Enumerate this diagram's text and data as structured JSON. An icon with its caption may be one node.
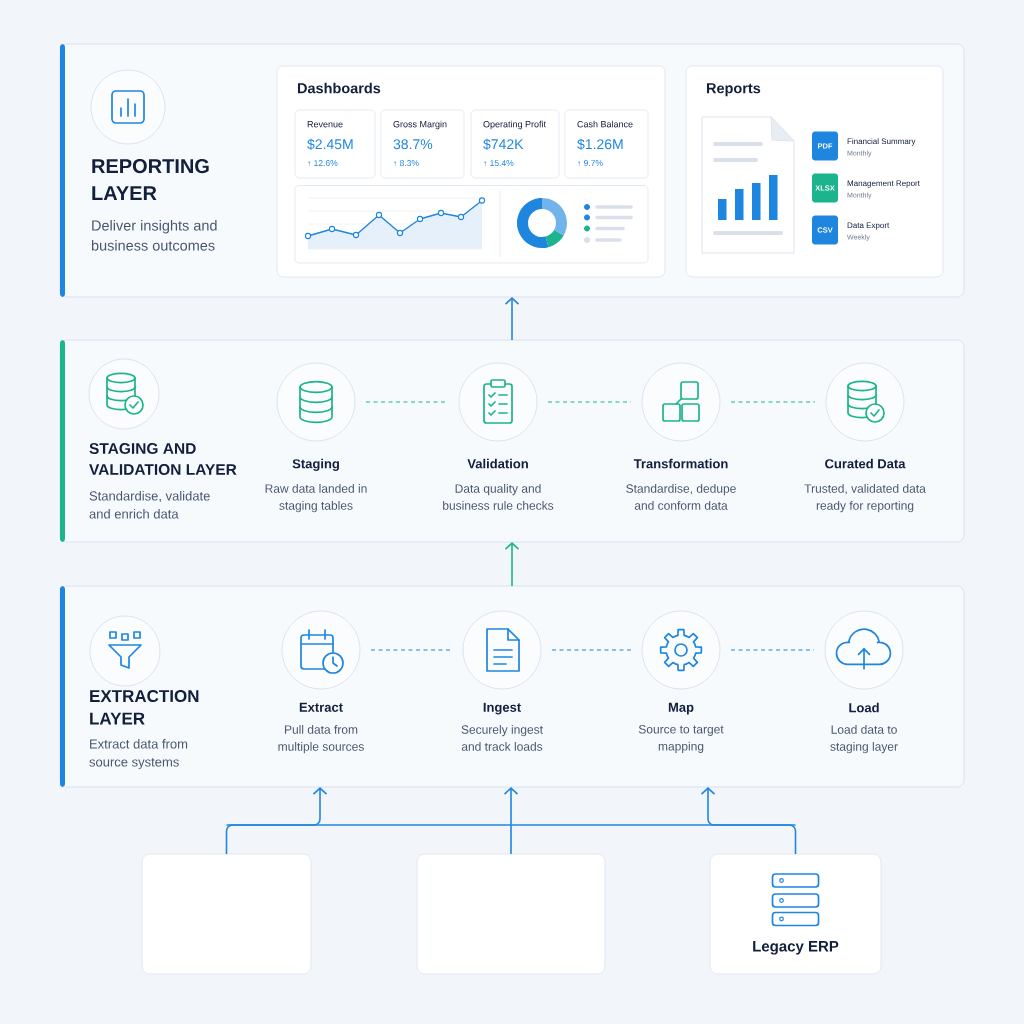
{
  "diagram": {
    "nodes": [
      {
        "text": [
          "REPORTING LAYER",
          "Deliver insights and business outcomes"
        ]
      },
      {
        "text": [
          "Dashboards"
        ],
        "in": 0
      },
      {
        "text": [
          "Revenue",
          "$2.45M",
          "↑ 12.6%"
        ],
        "in": 1
      },
      {
        "text": [
          "Gross Margin",
          "38.7%",
          "↑ 8.3%"
        ],
        "in": 1
      },
      {
        "text": [
          "Operating Profit",
          "$742K",
          "↑ 15.4%"
        ],
        "in": 1
      },
      {
        "text": [
          "Cash Balance",
          "$1.26M",
          "↑ 9.7%"
        ],
        "in": 1
      },
      {
        "text": [
          "Reports"
        ],
        "in": 0
      },
      {
        "text": [
          "PDF"
        ],
        "beside": [
          "Financial Summary",
          "Monthly"
        ],
        "in": 6
      },
      {
        "text": [
          "XLSX"
        ],
        "beside": [
          "Management Report",
          "Monthly"
        ],
        "in": 6
      },
      {
        "text": [
          "CSV"
        ],
        "beside": [
          "Data Export",
          "Weekly"
        ],
        "in": 6
      },
      {
        "text": [
          "STAGING AND VALIDATION LAYER",
          "Standardise, validate and enrich data"
        ]
      },
      {
        "text": [
          "Staging",
          "Raw data landed in staging tables"
        ],
        "in": 10
      },
      {
        "text": [
          "Validation",
          "Data quality and business rule checks"
        ],
        "in": 10
      },
      {
        "text": [
          "Transformation",
          "Standardise, dedupe and conform data"
        ],
        "in": 10
      },
      {
        "text": [
          "Curated Data",
          "Trusted, validated data ready for reporting"
        ],
        "in": 10
      },
      {
        "text": [
          "EXTRACTION LAYER",
          "Extract data from source systems"
        ]
      },
      {
        "text": [
          "Extract",
          "Pull data from multiple sources"
        ],
        "in": 15
      },
      {
        "text": [
          "Ingest",
          "Securely ingest and track loads"
        ],
        "in": 15
      },
      {
        "text": [
          "Map",
          "Source to target mapping"
        ],
        "in": 15
      },
      {
        "text": [
          "Load",
          "Load data to staging layer"
        ],
        "in": 15
      },
      {
        "text": [],
        "shape": "box"
      },
      {
        "text": [],
        "shape": "box"
      },
      {
        "text": [
          "Legacy ERP"
        ]
      }
    ],
    "edges": [
      {
        "from": 10,
        "to": 0,
        "arrow": "to"
      },
      {
        "from": 15,
        "to": 10,
        "arrow": "to",
        "color": "#1bb48c"
      },
      {
        "from": 11,
        "to": 12,
        "arrow": "none",
        "style": "dashed",
        "color": "#1bb48c"
      },
      {
        "from": 12,
        "to": 13,
        "arrow": "none",
        "style": "dashed",
        "color": "#1bb48c"
      },
      {
        "from": 13,
        "to": 14,
        "arrow": "none",
        "style": "dashed",
        "color": "#1bb48c"
      },
      {
        "from": 16,
        "to": 17,
        "arrow": "none",
        "style": "dashed"
      },
      {
        "from": 17,
        "to": 18,
        "arrow": "none",
        "style": "dashed"
      },
      {
        "from": 18,
        "to": 19,
        "arrow": "none",
        "style": "dashed"
      },
      {
        "from": 20,
        "to": 15,
        "arrow": "to"
      },
      {
        "from": 21,
        "to": 15,
        "arrow": "to"
      },
      {
        "from": 22,
        "to": 15,
        "arrow": "to"
      }
    ]
  }
}
